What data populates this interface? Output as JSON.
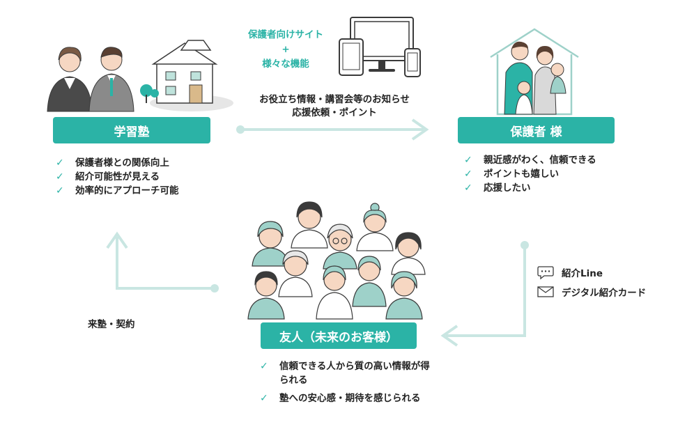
{
  "colors": {
    "accent": "#2bb3a6",
    "arrow": "#c9e6e2",
    "line": "#3a3a3a"
  },
  "juku": {
    "label": "学習塾",
    "benefits": [
      "保護者様との関係向上",
      "紹介可能性が見える",
      "効率的にアプローチ可能"
    ]
  },
  "guardian": {
    "label": "保護者 様",
    "benefits": [
      "親近感がわく、信頼できる",
      "ポイントも嬉しい",
      "応援したい"
    ]
  },
  "friend": {
    "label": "友人（未来のお客様）",
    "benefits": [
      "信頼できる人から質の高い情報が得られる",
      "塾への安心感・期待を感じられる"
    ]
  },
  "site": {
    "line1": "保護者向けサイト",
    "line2": "+",
    "line3": "様々な機能"
  },
  "flow_top": {
    "line1": "お役立ち情報・講習会等のお知らせ",
    "line2": "応援依頼・ポイント"
  },
  "flow_left": {
    "label": "来塾・契約"
  },
  "flow_right": {
    "item1": "紹介Line",
    "item2": "デジタル紹介カード"
  },
  "icons": {
    "check": "check-icon",
    "chat": "chat-bubble-icon",
    "mail": "envelope-icon"
  }
}
